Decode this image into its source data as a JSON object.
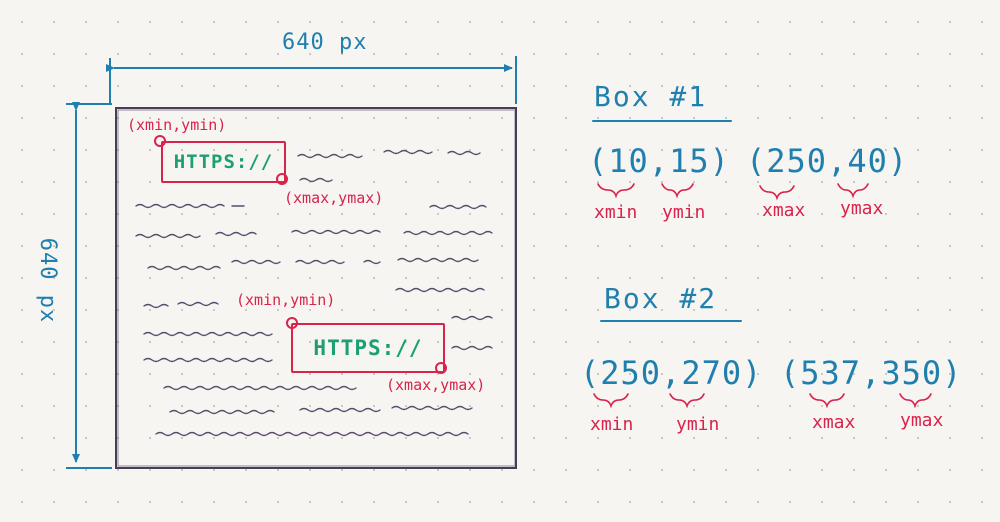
{
  "dimensions": {
    "width_label": "640 px",
    "height_label": "640 px"
  },
  "image": {
    "box1": {
      "text": "HTTPS://",
      "min_label": "(xmin,ymin)",
      "max_label": "(xmax,ymax)"
    },
    "box2": {
      "text": "HTTPS://",
      "min_label": "(xmin,ymin)",
      "max_label": "(xmax,ymax)"
    }
  },
  "legend": {
    "box1": {
      "title": "Box #1",
      "min_tuple": "(10,15)",
      "max_tuple": "(250,40)",
      "labels": [
        "xmin",
        "ymin",
        "xmax",
        "ymax"
      ]
    },
    "box2": {
      "title": "Box #2",
      "min_tuple": "(250,270)",
      "max_tuple": "(537,350)",
      "labels": [
        "xmin",
        "ymin",
        "xmax",
        "ymax"
      ]
    }
  },
  "colors": {
    "dimension": "#1f7fae",
    "annotation": "#d8234b",
    "text_in_box": "#1b9f73",
    "ink": "#4a3c58"
  }
}
